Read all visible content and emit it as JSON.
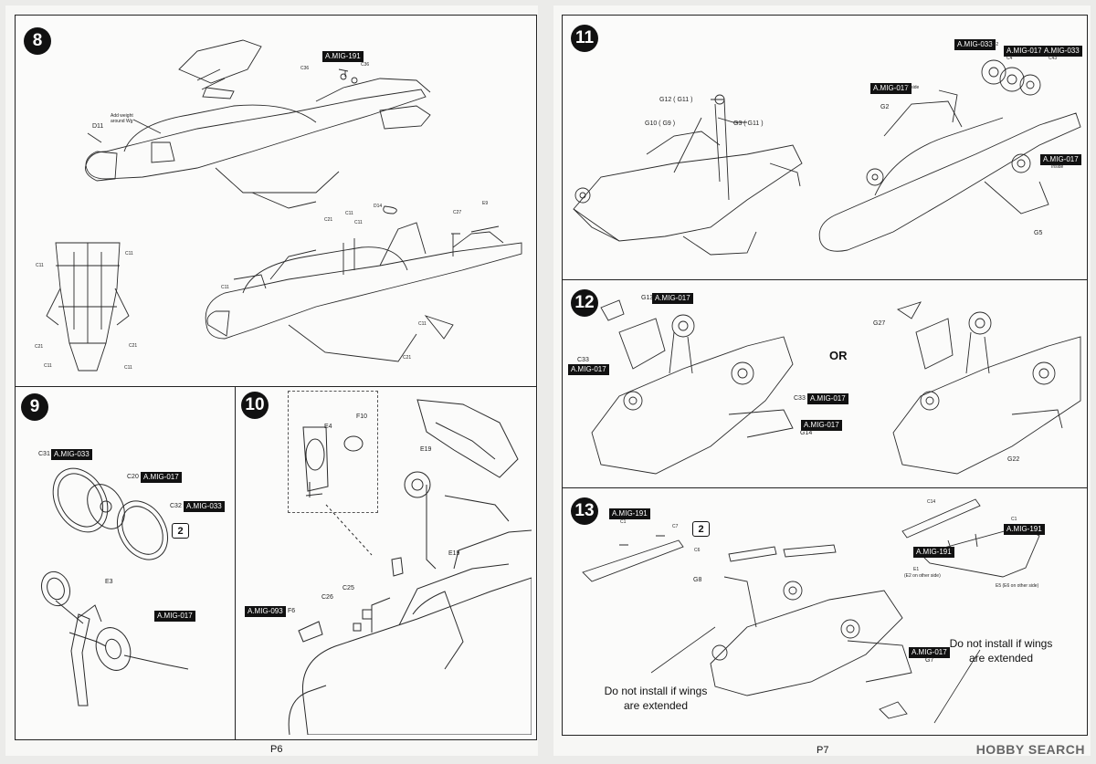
{
  "pages": {
    "left": {
      "page_number": "P6"
    },
    "right": {
      "page_number": "P7"
    }
  },
  "steps": {
    "s8": {
      "number": "8",
      "tag": "A.MIG-191",
      "labels": {
        "c36a": "C36",
        "c36b": "C36",
        "d11": "D11",
        "note": "Add weight around Wg",
        "d14": "D14",
        "c21a": "C21",
        "c11a": "C11",
        "c11b": "C11",
        "c27": "C27",
        "e9": "E9",
        "c11c": "C11",
        "c11d": "C11",
        "c21b": "C21",
        "p_c11a": "C11",
        "p_c11b": "C11",
        "p_c21a": "C21",
        "p_c21b": "C21",
        "p_c11c": "C11",
        "p_c11d": "C11"
      }
    },
    "s9": {
      "number": "9",
      "tags": {
        "t1": "A.MIG-033",
        "t2": "A.MIG-017",
        "t3": "A.MIG-033",
        "t4": "A.MIG-017"
      },
      "labels": {
        "c31": "C31",
        "c20": "C20",
        "c32": "C32",
        "e3": "E3"
      },
      "multiplier": "2"
    },
    "s10": {
      "number": "10",
      "tag": "A.MIG-093",
      "labels": {
        "e4": "E4",
        "f10": "F10",
        "e19a": "E19",
        "e19b": "E19",
        "c25": "C25",
        "c26": "C26",
        "f6": "F6"
      }
    },
    "s11": {
      "number": "11",
      "tags": {
        "t1": "A.MIG-033",
        "t2": "A.MIG-017",
        "t3": "A.MIG-033",
        "t4": "A.MIG-017",
        "t5": "A.MIG-017"
      },
      "labels": {
        "c42": "C42",
        "c4": "C4",
        "c43": "C43",
        "inside1": "Inside",
        "inside2": "Inside",
        "g12": "G12 ( G11 )",
        "g10": "G10 ( G9 )",
        "g3": "G3 ( G11 )",
        "g2": "G2",
        "g5": "G5"
      }
    },
    "s12": {
      "number": "12",
      "tags": {
        "t1": "A.MIG-017",
        "t2": "A.MIG-017",
        "t3": "A.MIG-017",
        "t4": "A.MIG-017"
      },
      "labels": {
        "g13": "G13",
        "c33a": "C33",
        "c33b": "C33",
        "g14": "G14",
        "g27": "G27",
        "g22": "G22"
      },
      "or": "OR"
    },
    "s13": {
      "number": "13",
      "tags": {
        "t1": "A.MIG-191",
        "t2": "A.MIG-191",
        "t3": "A.MIG-191",
        "t4": "A.MIG-017"
      },
      "labels": {
        "c1a": "C1",
        "c7": "C7",
        "c6": "C6",
        "g8": "G8",
        "c14": "C14",
        "c1b": "C1",
        "c1c": "C1",
        "e1": "E1",
        "e1_note": "(E2 on other side)",
        "e5": "E5 (E6 on other side)",
        "g7": "G7"
      },
      "multiplier": "2",
      "note_left": [
        "Do not install if wings",
        "are extended"
      ],
      "note_right": [
        "Do not install if wings",
        "are extended"
      ]
    }
  },
  "watermark": "HOBBY SEARCH"
}
